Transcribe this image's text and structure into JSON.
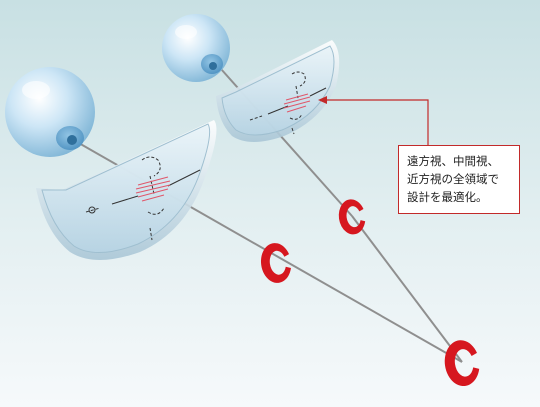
{
  "callout": {
    "lines": [
      "遠方視、中間視、",
      "近方視の全領域で",
      "設計を最適化。"
    ]
  },
  "colors": {
    "background_top": "#cfe4e6",
    "background_bottom": "#f4f8fa",
    "accent_red": "#d6171f",
    "callout_border": "#c22a2a",
    "sight_line": "#8a8a8a"
  },
  "icons": [
    "eyeball",
    "progressive-lens",
    "landolt-ring"
  ]
}
